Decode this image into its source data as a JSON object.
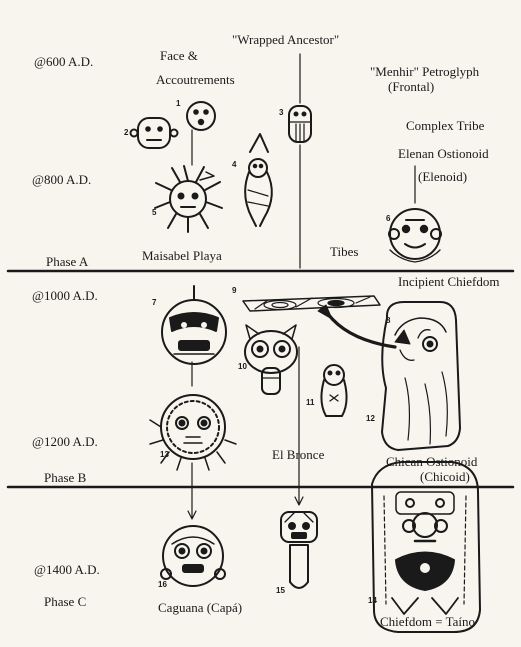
{
  "headers": {
    "face": "Face &",
    "accoutrements": "Accoutrements",
    "wrapped_ancestor": "\"Wrapped Ancestor\"",
    "menhir_line1": "\"Menhir\" Petroglyph",
    "menhir_line2": "(Frontal)"
  },
  "dates": {
    "d600": "@600 A.D.",
    "d800": "@800 A.D.",
    "d1000": "@1000 A.D.",
    "d1200": "@1200 A.D.",
    "d1400": "@1400 A.D."
  },
  "phases": {
    "a": "Phase A",
    "b": "Phase B",
    "c": "Phase C"
  },
  "cultures": {
    "complex_tribe": "Complex Tribe",
    "elenan_line1": "Elenan Ostionoid",
    "elenan_line2": "(Elenoid)",
    "maisabel": "Maisabel Playa",
    "tibes": "Tibes",
    "incipient": "Incipient Chiefdom",
    "el_bronce": "El Bronce",
    "chican_line1": "Chican Ostionoid",
    "chican_line2": "(Chicoid)",
    "caguana": "Caguana (Capá)",
    "chiefdom": "Chiefdom = Taíno"
  },
  "figure_numbers": [
    "1",
    "2",
    "3",
    "4",
    "5",
    "6",
    "7",
    "8",
    "9",
    "10",
    "11",
    "12",
    "13",
    "14",
    "15",
    "16"
  ]
}
